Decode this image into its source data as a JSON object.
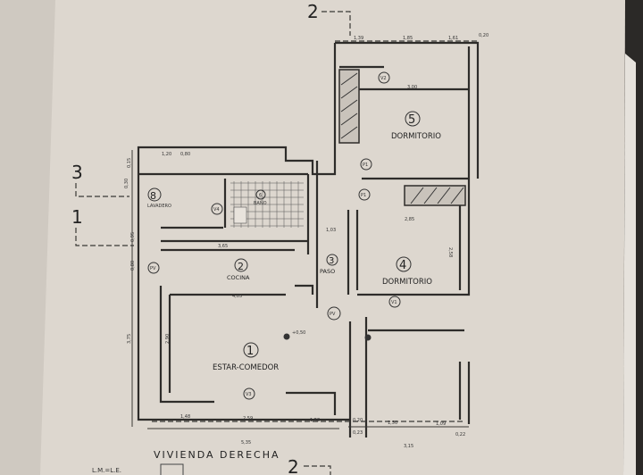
{
  "plan": {
    "title": "VIVIENDA DERECHA",
    "legend_label": "L.M.=L.E.",
    "section_marks": {
      "top": "2",
      "bottom": "2",
      "left_a": "3",
      "left_b": "1"
    },
    "rooms": [
      {
        "number": "1",
        "name": "ESTAR-COMEDOR"
      },
      {
        "number": "2",
        "name": "COCINA"
      },
      {
        "number": "3",
        "name": "PASO"
      },
      {
        "number": "4",
        "name": "DORMITORIO"
      },
      {
        "number": "5",
        "name": "DORMITORIO"
      },
      {
        "number": "6",
        "name": "BAÑO"
      },
      {
        "number": "8",
        "name": "LAVADERO"
      }
    ],
    "openings": {
      "v1": "V1",
      "v2": "V2",
      "v3": "V3",
      "v4": "V4",
      "p1": "P1",
      "pv": "PV"
    },
    "dimensions": {
      "top_1": "1,39",
      "top_2": "1,85",
      "top_3": "1,61",
      "top_4": "0,20",
      "dorm5_width": "3,00",
      "dorm4_width": "2,85",
      "dorm4_depth": "2,58",
      "paso_width": "1,03",
      "cocina_len": "3,65",
      "cocina_width": "4,05",
      "lav_1": "1,20",
      "lav_2": "0,80",
      "left_1": "0,15",
      "left_2": "0,30",
      "left_3": "0,95",
      "left_4": "0,80",
      "estar_depth": "3,75",
      "estar_inner": "2,90",
      "bottom_1": "1,48",
      "bottom_2": "2,59",
      "bottom_3": "1,58",
      "bottom_4": "0,20",
      "bottom_5": "1,50",
      "bottom_6": "1,09",
      "bottom_7": "0,22",
      "bottom_8": "0,23",
      "total_left": "5,35",
      "total_right": "3,15",
      "level": "+0,50"
    }
  }
}
